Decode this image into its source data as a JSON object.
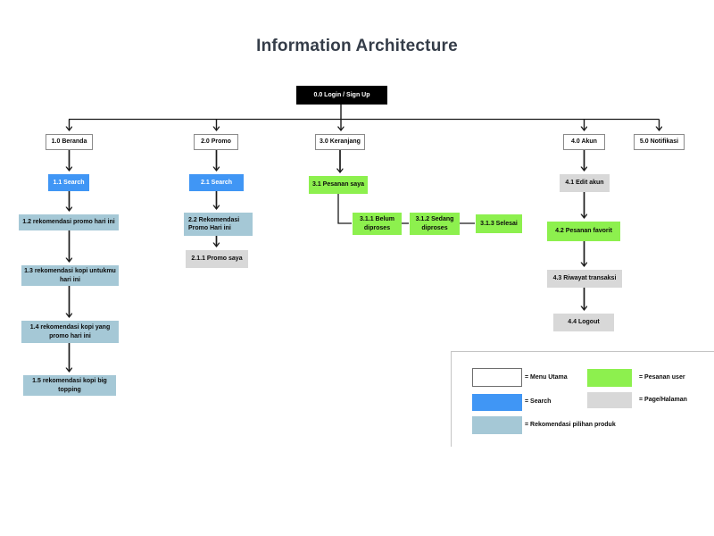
{
  "page": {
    "title": "Information Architecture"
  },
  "colors": {
    "root-bg": "#000000",
    "menu-bg": "#ffffff",
    "menu-border": "#8a8a8a",
    "search-bg": "#4096f5",
    "rekomendasi-bg": "#a5c8d6",
    "pesanan-bg": "#8df04e",
    "page-bg": "#d8d8d8",
    "line": "#1a1a1a",
    "title": "#353d49"
  },
  "tree": {
    "root": "0.0 Login / Sign Up",
    "beranda": {
      "menu": "1.0 Beranda",
      "search": "1.1 Search",
      "rek": [
        "1.2 rekomendasi promo hari ini",
        "1.3 rekomendasi kopi untukmu hari ini",
        "1.4 rekomendasi kopi yang promo hari ini",
        "1.5 rekomendasi kopi big topping"
      ]
    },
    "promo": {
      "menu": "2.0 Promo",
      "search": "2.1 Search",
      "rekomendasi": "2.2 Rekomendasi Promo Hari ini",
      "promo_saya": "2.1.1 Promo saya"
    },
    "keranjang": {
      "menu": "3.0 Keranjang",
      "pesanan": "3.1 Pesanan saya",
      "sub": [
        "3.1.1 Belum diproses",
        "3.1.2 Sedang diproses",
        "3.1.3 Selesai"
      ]
    },
    "akun": {
      "menu": "4.0 Akun",
      "edit": "4.1 Edit akun",
      "favorit": "4.2 Pesanan favorit",
      "riwayat": "4.3 Riwayat transaksi",
      "logout": "4.4 Logout"
    },
    "notifikasi": {
      "menu": "5.0 Notifikasi"
    }
  },
  "legend": {
    "items": [
      {
        "key": "menu",
        "label": "= Menu Utama"
      },
      {
        "key": "search",
        "label": "= Search"
      },
      {
        "key": "rekomendasi",
        "label": "= Rekomendasi pilihan produk"
      },
      {
        "key": "pesanan",
        "label": "= Pesanan user"
      },
      {
        "key": "page",
        "label": "= Page/Halaman"
      }
    ]
  }
}
